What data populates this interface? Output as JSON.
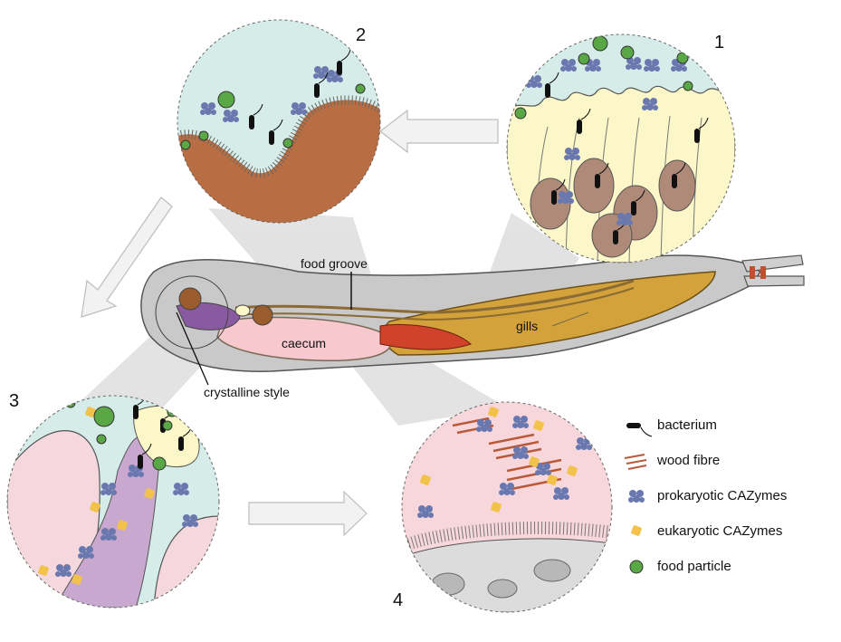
{
  "panels": {
    "p1": {
      "number": "1"
    },
    "p2": {
      "number": "2"
    },
    "p3": {
      "number": "3"
    },
    "p4": {
      "number": "4"
    }
  },
  "anatomy": {
    "food_groove": "food groove",
    "gills": "gills",
    "caecum": "caecum",
    "crystalline_style": "crystalline style"
  },
  "legend": {
    "bacterium": "bacterium",
    "wood_fibre": "wood fibre",
    "prokaryotic": "prokaryotic CAZymes",
    "eukaryotic": "eukaryotic CAZymes",
    "food_particle": "food particle"
  },
  "colors": {
    "food_particle": "#5aa845",
    "prokaryotic": "#6a78b0",
    "eukaryotic": "#f2c24a",
    "wood_fibre": "#b85a3a",
    "gill_tissue": "#d4a23a",
    "caecum": "#f7c8cd",
    "lumen": "#d6ece8"
  }
}
